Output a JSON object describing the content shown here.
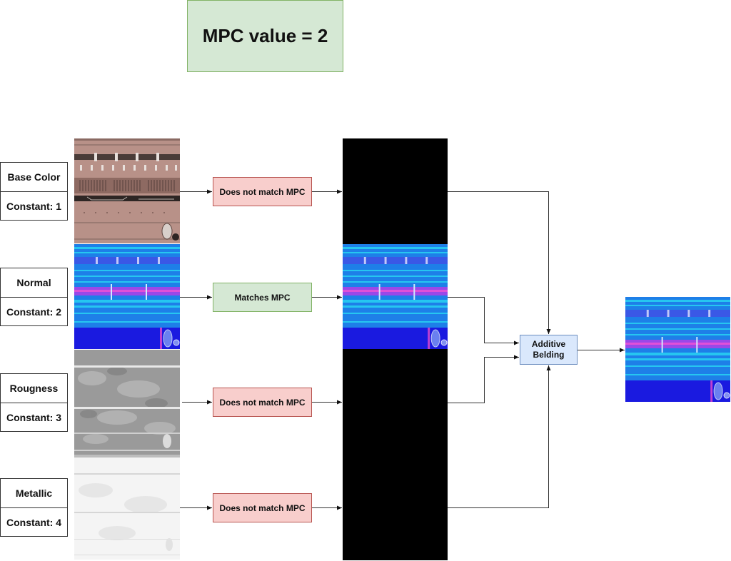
{
  "header": {
    "mpc_label": "MPC value = 2"
  },
  "inputs": [
    {
      "name": "Base Color",
      "constant": "Constant: 1",
      "status": "Does not match MPC",
      "matches": false,
      "texture": "base-color-texture"
    },
    {
      "name": "Normal",
      "constant": "Constant: 2",
      "status": "Matches MPC",
      "matches": true,
      "texture": "normal-map-texture"
    },
    {
      "name": "Rougness",
      "constant": "Constant: 3",
      "status": "Does not match MPC",
      "matches": false,
      "texture": "roughness-texture"
    },
    {
      "name": "Metallic",
      "constant": "Constant: 4",
      "status": "Does not match MPC",
      "matches": false,
      "texture": "metallic-texture"
    }
  ],
  "blend": {
    "label_line1": "Additive",
    "label_line2": "Belding"
  },
  "colors": {
    "match_fill": "#d5e8d4",
    "match_border": "#82b366",
    "nomatch_fill": "#f8cecc",
    "nomatch_border": "#b85450",
    "blend_fill": "#dae8fc",
    "blend_border": "#6c8ebf",
    "masked_output": "#000000"
  }
}
